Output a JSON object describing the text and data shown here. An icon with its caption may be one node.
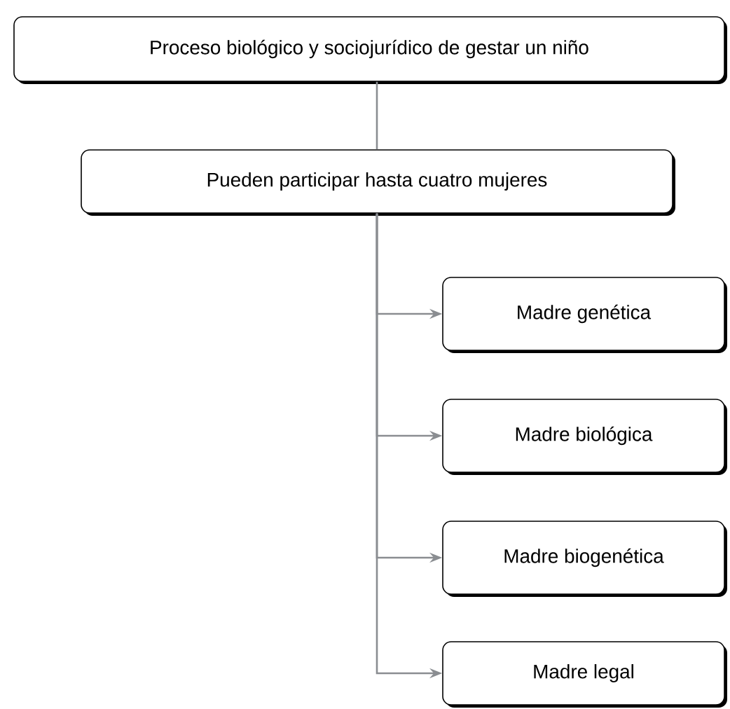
{
  "diagram": {
    "nodes": [
      {
        "text": [
          "Proceso biológico y sociojurídico de gestar un niño"
        ]
      },
      {
        "text": [
          "Pueden participar hasta cuatro mujeres"
        ]
      },
      {
        "text": [
          "Madre genética"
        ]
      },
      {
        "text": [
          "Madre biológica"
        ]
      },
      {
        "text": [
          "Madre biogenética"
        ]
      },
      {
        "text": [
          "Madre legal"
        ]
      }
    ],
    "edges": [
      {
        "from": 0,
        "to": 1,
        "arrow": "none"
      },
      {
        "from": 1,
        "to": 2,
        "arrow": "to"
      },
      {
        "from": 1,
        "to": 3,
        "arrow": "to"
      },
      {
        "from": 1,
        "to": 4,
        "arrow": "to"
      },
      {
        "from": 1,
        "to": 5,
        "arrow": "to"
      }
    ]
  }
}
